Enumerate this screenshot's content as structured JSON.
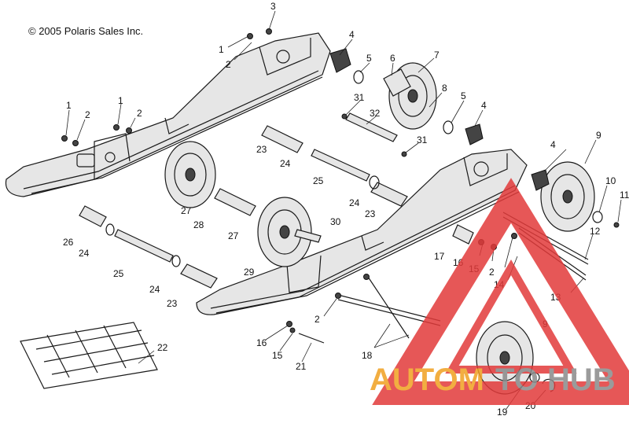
{
  "copyright": "© 2005 Polaris Sales Inc.",
  "watermark": {
    "part_a": "AUTOM",
    "part_b": "TO",
    "part_c": "HUB",
    "color_orange": "#f0a020",
    "color_gray": "#8a8a8a",
    "color_red": "#e23a3a"
  },
  "callouts": [
    {
      "id": "c3",
      "text": "3"
    },
    {
      "id": "c1a",
      "text": "1"
    },
    {
      "id": "c2a",
      "text": "2"
    },
    {
      "id": "c4a",
      "text": "4"
    },
    {
      "id": "c5a",
      "text": "5"
    },
    {
      "id": "c6",
      "text": "6"
    },
    {
      "id": "c7",
      "text": "7"
    },
    {
      "id": "c8",
      "text": "8"
    },
    {
      "id": "c5b",
      "text": "5"
    },
    {
      "id": "c4b",
      "text": "4"
    },
    {
      "id": "c31a",
      "text": "31"
    },
    {
      "id": "c32",
      "text": "32"
    },
    {
      "id": "c31b",
      "text": "31"
    },
    {
      "id": "c1b",
      "text": "1"
    },
    {
      "id": "c2b",
      "text": "2"
    },
    {
      "id": "c1c",
      "text": "1"
    },
    {
      "id": "c2c",
      "text": "2"
    },
    {
      "id": "c23a",
      "text": "23"
    },
    {
      "id": "c24a",
      "text": "24"
    },
    {
      "id": "c25a",
      "text": "25"
    },
    {
      "id": "c24b",
      "text": "24"
    },
    {
      "id": "c23b",
      "text": "23"
    },
    {
      "id": "c4c",
      "text": "4"
    },
    {
      "id": "c9a",
      "text": "9"
    },
    {
      "id": "c10",
      "text": "10"
    },
    {
      "id": "c11",
      "text": "11"
    },
    {
      "id": "c12",
      "text": "12"
    },
    {
      "id": "c27a",
      "text": "27"
    },
    {
      "id": "c28",
      "text": "28"
    },
    {
      "id": "c27b",
      "text": "27"
    },
    {
      "id": "c30",
      "text": "30"
    },
    {
      "id": "c26",
      "text": "26"
    },
    {
      "id": "c24c",
      "text": "24"
    },
    {
      "id": "c25b",
      "text": "25"
    },
    {
      "id": "c29",
      "text": "29"
    },
    {
      "id": "c24d",
      "text": "24"
    },
    {
      "id": "c23c",
      "text": "23"
    },
    {
      "id": "c17",
      "text": "17"
    },
    {
      "id": "c16a",
      "text": "16"
    },
    {
      "id": "c15a",
      "text": "15"
    },
    {
      "id": "c2d",
      "text": "2"
    },
    {
      "id": "c14",
      "text": "14"
    },
    {
      "id": "c13",
      "text": "13"
    },
    {
      "id": "c2e",
      "text": "2"
    },
    {
      "id": "c9b",
      "text": "9"
    },
    {
      "id": "c16b",
      "text": "16"
    },
    {
      "id": "c15b",
      "text": "15"
    },
    {
      "id": "c21",
      "text": "21"
    },
    {
      "id": "c18",
      "text": "18"
    },
    {
      "id": "c22",
      "text": "22"
    },
    {
      "id": "c19",
      "text": "19"
    },
    {
      "id": "c20",
      "text": "20"
    }
  ]
}
